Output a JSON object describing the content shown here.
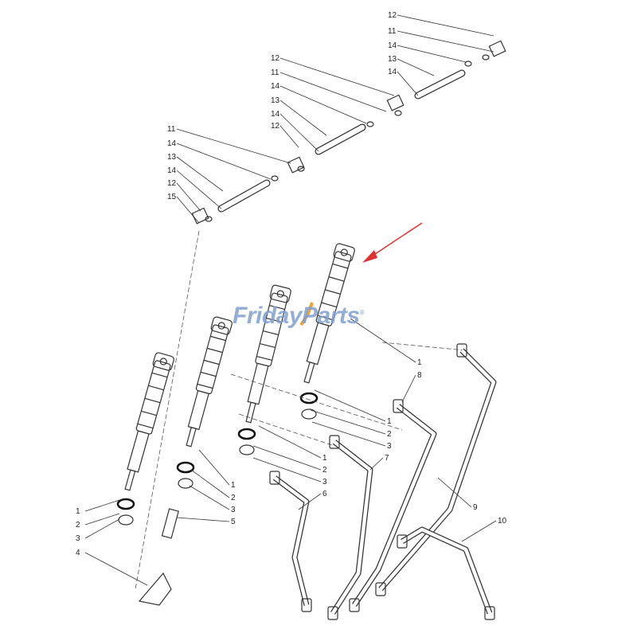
{
  "watermark": {
    "text": "FridayParts",
    "mark": "®",
    "color": "#7f9fd0",
    "check_color": "#f0a030"
  },
  "arrow_color": "#e03030",
  "callouts": [
    "12",
    "11",
    "14",
    "13",
    "14",
    "12",
    "11",
    "14",
    "13",
    "14",
    "12",
    "11",
    "14",
    "13",
    "14",
    "12",
    "15",
    "1",
    "8",
    "1",
    "2",
    "3",
    "1",
    "2",
    "3",
    "7",
    "6",
    "1",
    "2",
    "3",
    "5",
    "1",
    "2",
    "3",
    "4",
    "9",
    "10"
  ]
}
